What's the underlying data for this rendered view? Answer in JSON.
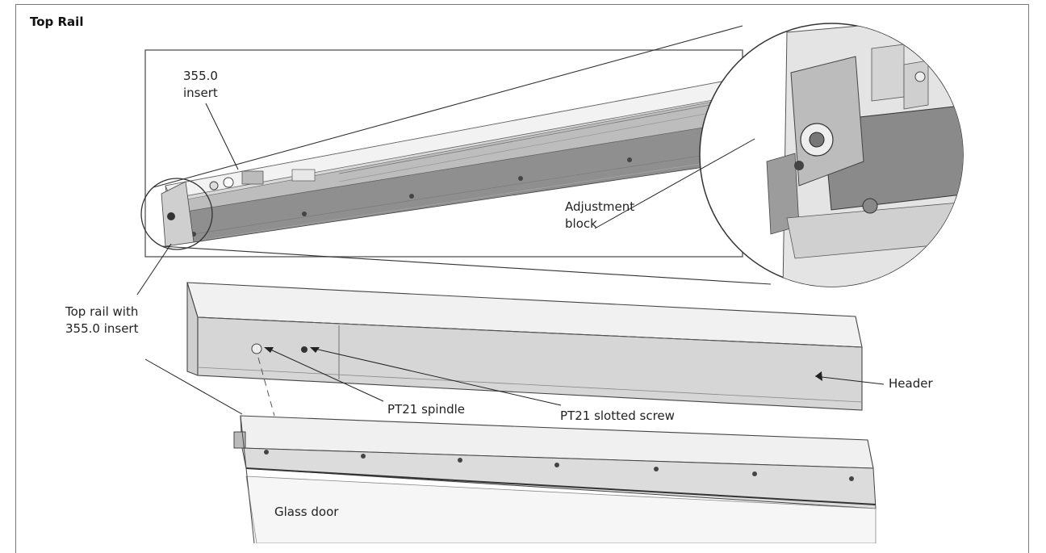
{
  "title": "Top Rail",
  "labels": {
    "insert_line1": "355.0",
    "insert_line2": "insert",
    "adjust_line1": "Adjustment",
    "adjust_line2": "block",
    "toprail_line1": "Top rail with",
    "toprail_line2": "355.0 insert",
    "spindle": "PT21 spindle",
    "screw": "PT21 slotted screw",
    "header": "Header",
    "glass": "Glass door"
  }
}
